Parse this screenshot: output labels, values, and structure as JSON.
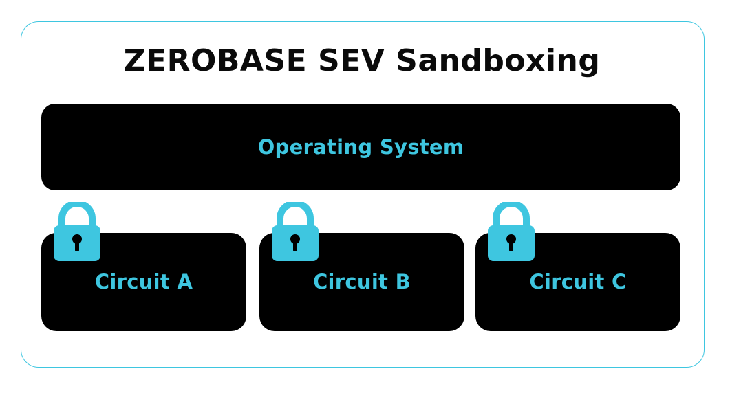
{
  "title": "ZEROBASE SEV Sandboxing",
  "os": {
    "label": "Operating System"
  },
  "circuits": [
    {
      "label": "Circuit A",
      "icon": "padlock-icon"
    },
    {
      "label": "Circuit B",
      "icon": "padlock-icon"
    },
    {
      "label": "Circuit C",
      "icon": "padlock-icon"
    }
  ],
  "colors": {
    "accent": "#3ec6e0",
    "box": "#000000",
    "title": "#0a0a0a",
    "background": "#ffffff"
  }
}
